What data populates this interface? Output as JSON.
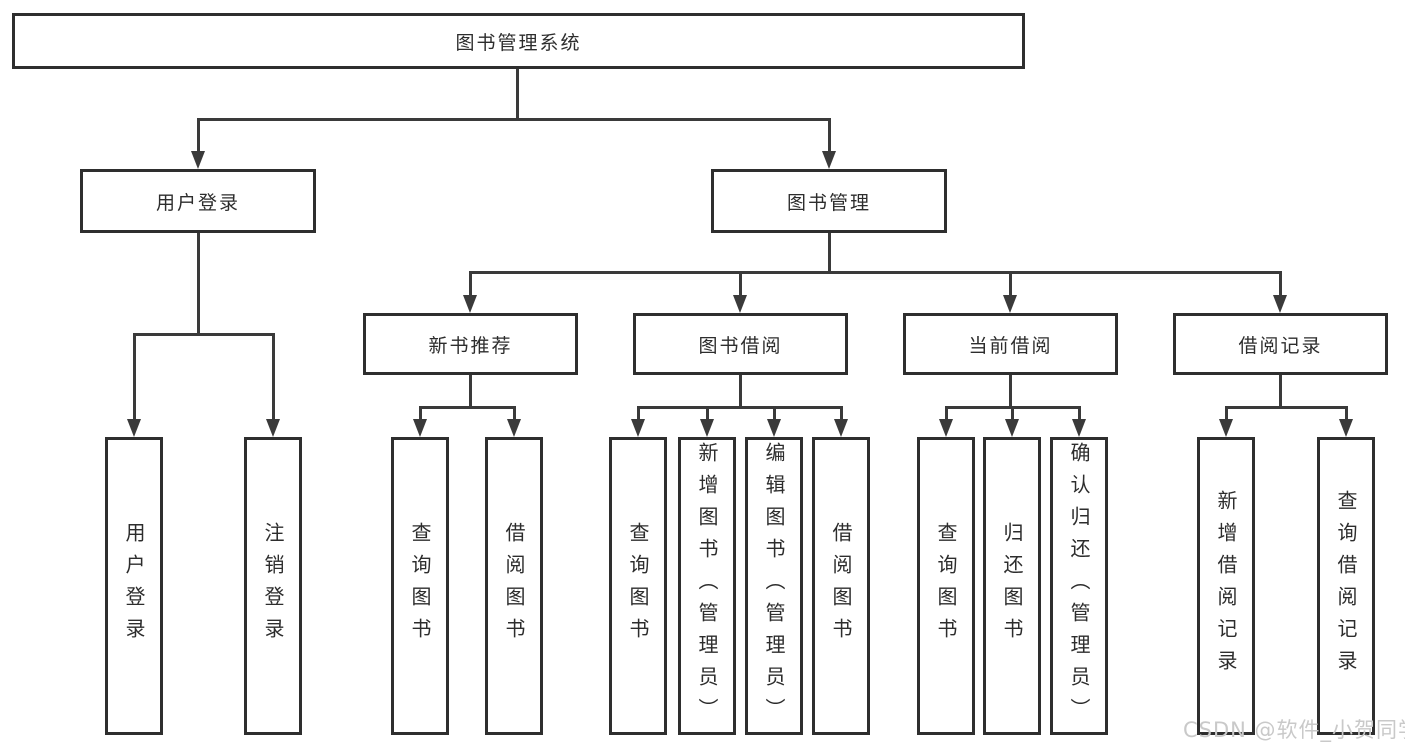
{
  "tree": {
    "root": {
      "label": "图书管理系统"
    },
    "branches": [
      {
        "label": "用户登录",
        "children": [
          {
            "label": "用户登录"
          },
          {
            "label": "注销登录"
          }
        ]
      },
      {
        "label": "图书管理",
        "children": [
          {
            "label": "新书推荐",
            "children": [
              {
                "label": "查询图书"
              },
              {
                "label": "借阅图书"
              }
            ]
          },
          {
            "label": "图书借阅",
            "children": [
              {
                "label": "查询图书"
              },
              {
                "label": "新增图书（管理员）"
              },
              {
                "label": "编辑图书（管理员）"
              },
              {
                "label": "借阅图书"
              }
            ]
          },
          {
            "label": "当前借阅",
            "children": [
              {
                "label": "查询图书"
              },
              {
                "label": "归还图书"
              },
              {
                "label": "确认归还（管理员）"
              }
            ]
          },
          {
            "label": "借阅记录",
            "children": [
              {
                "label": "新增借阅记录"
              },
              {
                "label": "查询借阅记录"
              }
            ]
          }
        ]
      }
    ]
  },
  "watermark": {
    "text": "CSDN @软件_小贺同学"
  },
  "colors": {
    "line": "#3a3a3a",
    "box_border": "#2e2e2e",
    "text": "#2d2d2d",
    "watermark": "#c9c9c9",
    "background": "#ffffff"
  }
}
